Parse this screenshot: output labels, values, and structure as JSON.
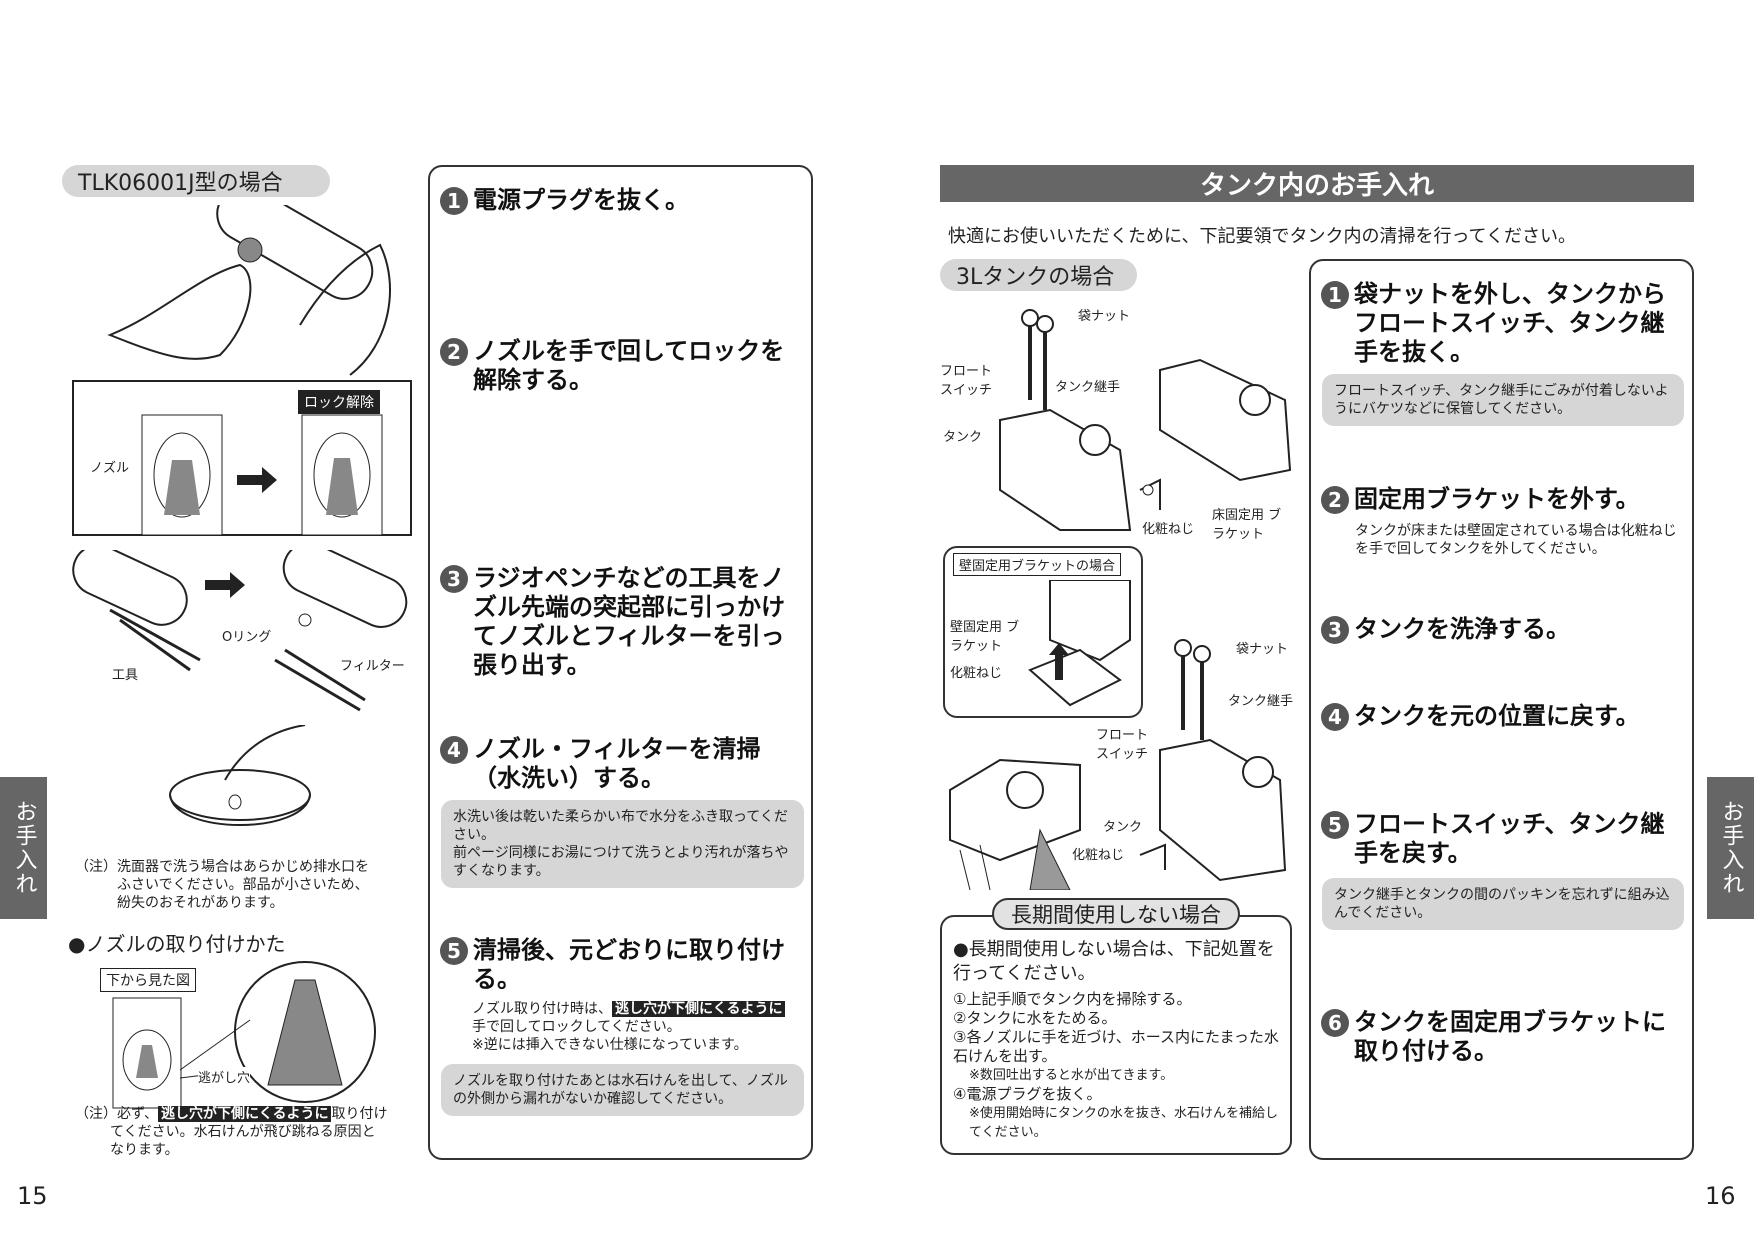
{
  "left_page": {
    "model_label": "TLK06001J型の場合",
    "illustration_labels": {
      "lock_release": "ロック解除",
      "nozzle": "ノズル",
      "o_ring": "Oリング",
      "tool": "工具",
      "filter": "フィルター",
      "bottom_view": "下から見た図",
      "relief_hole": "逃がし穴"
    },
    "note_basin": [
      "（注）洗面器で洗う場合はあらかじめ排水口を",
      "ふさいでください。部品が小さいため、",
      "紛失のおそれがあります。"
    ],
    "nozzle_install_heading": "●ノズルの取り付けかた",
    "note_install": {
      "prefix": "（注）必ず、",
      "highlight": "逃し穴が下側にくるように",
      "suffix": "取り付け",
      "line2": "てください。水石けんが飛び跳ねる原因と",
      "line3": "なります。"
    },
    "steps": [
      {
        "num": "1",
        "title": "電源プラグを抜く。"
      },
      {
        "num": "2",
        "title": "ノズルを手で回してロックを解除する。"
      },
      {
        "num": "3",
        "title": "ラジオペンチなどの工具をノズル先端の突起部に引っかけてノズルとフィルターを引っ張り出す。"
      },
      {
        "num": "4",
        "title": "ノズル・フィルターを清掃（水洗い）する。",
        "note": [
          "水洗い後は乾いた柔らかい布で水分をふき取ってください。",
          "前ページ同様にお湯につけて洗うとより汚れが落ちやすくなります。"
        ]
      },
      {
        "num": "5",
        "title": "清掃後、元どおりに取り付ける。",
        "text_prefix": "ノズル取り付け時は、",
        "text_highlight": "逃し穴が下側にくるように",
        "text_line2": "手で回してロックしてください。",
        "text_line3": "※逆には挿入できない仕様になっています。",
        "note": "ノズルを取り付けたあとは水石けんを出して、ノズルの外側から漏れがないか確認してください。"
      }
    ],
    "side_tab": "お手入れ",
    "page_number": "15"
  },
  "right_page": {
    "section_title": "タンク内のお手入れ",
    "intro": "快適にお使いいただくために、下記要領でタンク内の清掃を行ってください。",
    "tank_label": "3Lタンクの場合",
    "illustration_labels": {
      "cap_nut": "袋ナット",
      "float_switch": "フロート スイッチ",
      "tank_joint": "タンク継手",
      "tank": "タンク",
      "screw": "化粧ねじ",
      "floor_bracket": "床固定用 ブラケット",
      "wall_case": "壁固定用ブラケットの場合",
      "wall_bracket": "壁固定用 ブラケット"
    },
    "steps": [
      {
        "num": "1",
        "title": "袋ナットを外し、タンクからフロートスイッチ、タンク継手を抜く。",
        "note": "フロートスイッチ、タンク継手にごみが付着しないようにバケツなどに保管してください。"
      },
      {
        "num": "2",
        "title": "固定用ブラケットを外す。",
        "text": "タンクが床または壁固定されている場合は化粧ねじを手で回してタンクを外してください。"
      },
      {
        "num": "3",
        "title": "タンクを洗浄する。"
      },
      {
        "num": "4",
        "title": "タンクを元の位置に戻す。"
      },
      {
        "num": "5",
        "title": "フロートスイッチ、タンク継手を戻す。",
        "note": "タンク継手とタンクの間のパッキンを忘れずに組み込んでください。"
      },
      {
        "num": "6",
        "title": "タンクを固定用ブラケットに取り付ける。"
      }
    ],
    "long_term": {
      "title": "長期間使用しない場合",
      "lead": "●長期間使用しない場合は、下記処置を行ってください。",
      "items": [
        "①上記手順でタンク内を掃除する。",
        "②タンクに水をためる。",
        "③各ノズルに手を近づけ、ホース内にたまった水石けんを出す。",
        "※数回吐出すると水が出てきます。",
        "④電源プラグを抜く。",
        "※使用開始時にタンクの水を抜き、水石けんを補給してください。"
      ]
    },
    "side_tab": "お手入れ",
    "page_number": "16"
  }
}
